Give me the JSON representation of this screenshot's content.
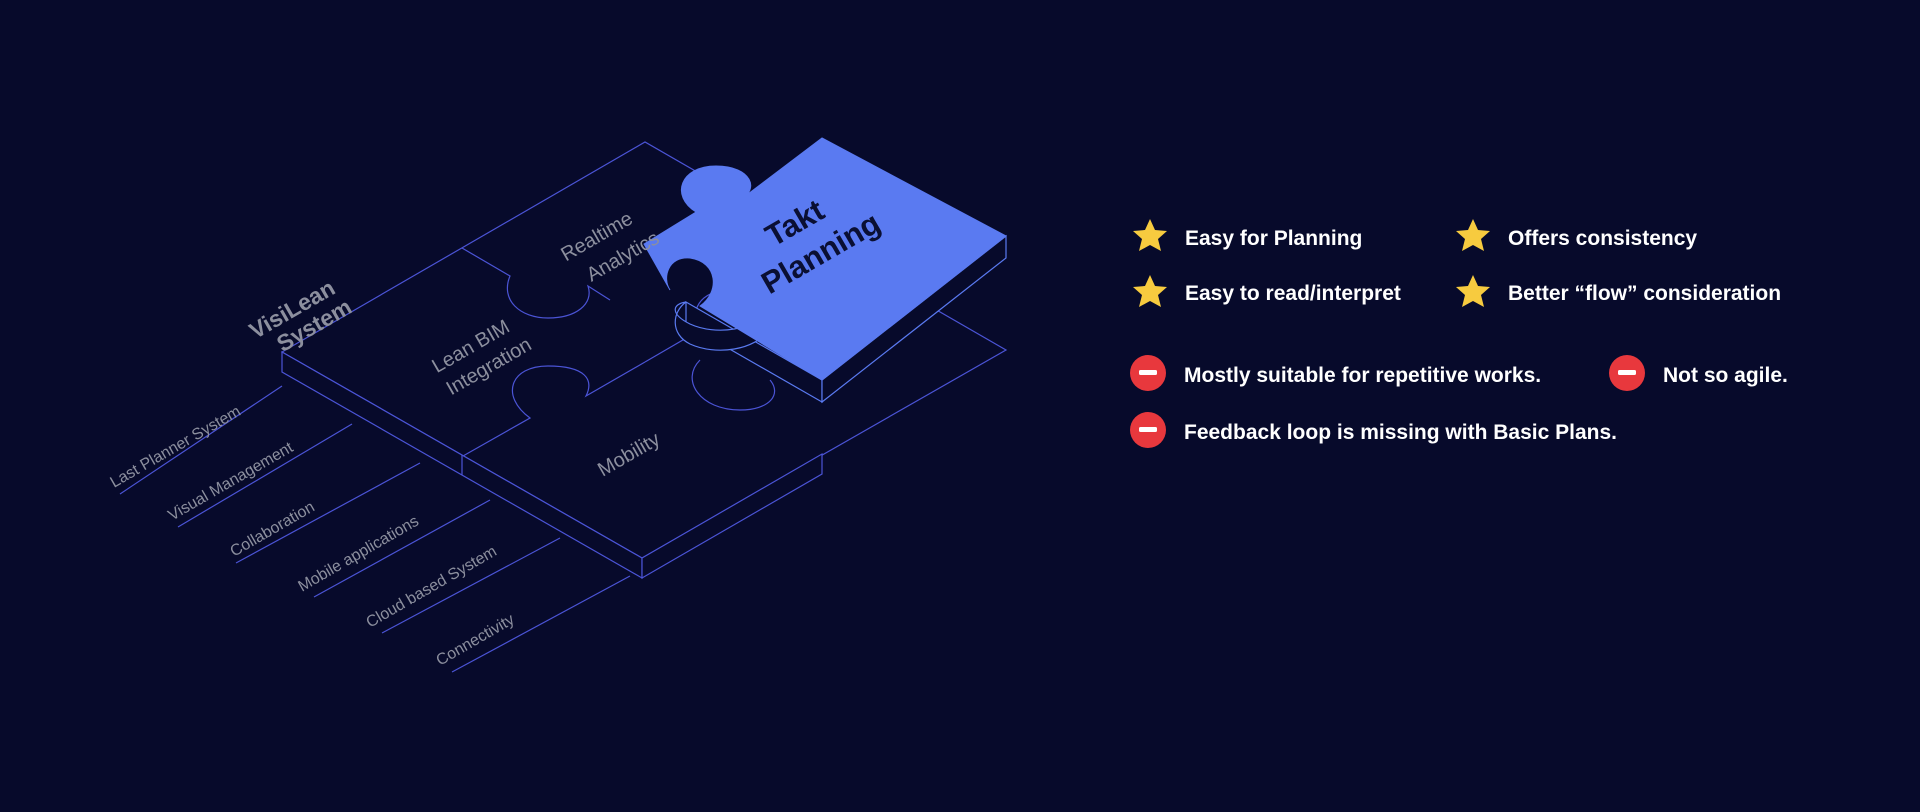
{
  "diagram": {
    "system_title_lines": [
      "VisiLean",
      "System"
    ],
    "pieces": {
      "realtime_analytics_lines": [
        "Realtime",
        "Analytics"
      ],
      "lean_bim_lines": [
        "Lean BIM",
        "Integration"
      ],
      "mobility": "Mobility",
      "takt_planning_lines": [
        "Takt",
        "Planning"
      ]
    },
    "features": [
      "Last Planner System",
      "Visual Management",
      "Collaboration",
      "Mobile applications",
      "Cloud based System",
      "Connectivity"
    ],
    "colors": {
      "background": "#070a2b",
      "wire": "#4b54d6",
      "takt_highlight": "#5a7af1",
      "label": "#8c8f9e"
    }
  },
  "pros": [
    {
      "icon": "star-icon",
      "text": "Easy for Planning"
    },
    {
      "icon": "star-icon",
      "text": "Offers consistency"
    },
    {
      "icon": "star-icon",
      "text": "Easy to read/interpret"
    },
    {
      "icon": "star-icon",
      "text": "Better “flow” consideration"
    }
  ],
  "cons": [
    {
      "icon": "minus-circle-icon",
      "text": "Mostly suitable for repetitive works."
    },
    {
      "icon": "minus-circle-icon",
      "text": "Not so agile."
    },
    {
      "icon": "minus-circle-icon",
      "text": "Feedback loop is missing with Basic Plans."
    }
  ],
  "icon_colors": {
    "star": "#f7cb3f",
    "minus": "#e8383d"
  }
}
